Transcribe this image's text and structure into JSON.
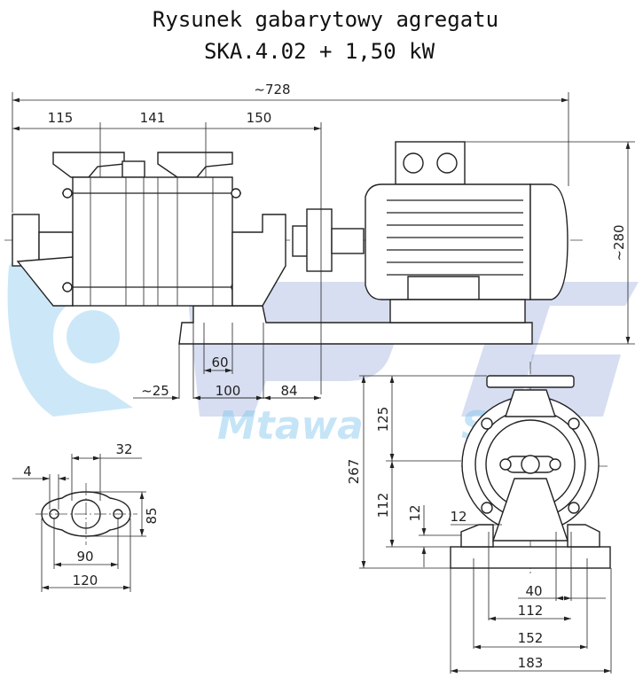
{
  "title": {
    "line1": "Rysunek gabarytowy agregatu",
    "line2": "SKA.4.02 + 1,50 kW"
  },
  "watermark": {
    "logo": "PTS",
    "text": "Mtawa Sp.J."
  },
  "side_view": {
    "overall_length": "~728",
    "segment_1": "115",
    "segment_2": "141",
    "segment_3": "150",
    "height": "~280",
    "foot_width": "60",
    "foot_offset": "~25",
    "foot_spacing": "100",
    "coupling_offset": "84"
  },
  "flange_view": {
    "hole_offset": "4",
    "bore": "32",
    "height": "85",
    "hole_spacing": "90",
    "width": "120"
  },
  "front_view": {
    "total_height": "267",
    "upper_height": "125",
    "shaft_height": "112",
    "foot_thickness": "12",
    "foot_gap": "12",
    "slot_width": "40",
    "hole_spacing": "112",
    "foot_span": "152",
    "base_width": "183"
  }
}
